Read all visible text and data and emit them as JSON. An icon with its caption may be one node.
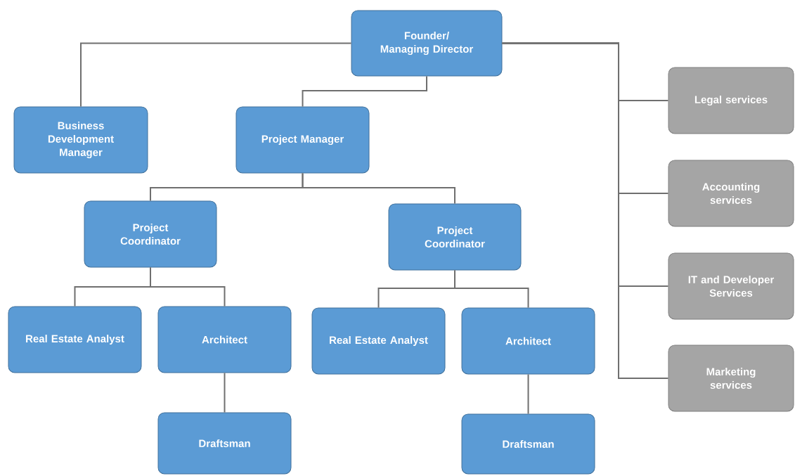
{
  "diagram": {
    "nodes": [
      {
        "text": [
          "Founder/ Managing Director"
        ]
      },
      {
        "text": [
          "Business Development Manager"
        ]
      },
      {
        "text": [
          "Project Manager"
        ]
      },
      {
        "text": [
          "Project Coordinator"
        ]
      },
      {
        "text": [
          "Project Coordinator"
        ]
      },
      {
        "text": [
          "Real Estate Analyst"
        ]
      },
      {
        "text": [
          "Architect"
        ]
      },
      {
        "text": [
          "Draftsman"
        ]
      },
      {
        "text": [
          "Real Estate Analyst"
        ]
      },
      {
        "text": [
          "Architect"
        ]
      },
      {
        "text": [
          "Draftsman"
        ]
      },
      {
        "text": [
          "Legal services"
        ]
      },
      {
        "text": [
          "Accounting services"
        ]
      },
      {
        "text": [
          "IT and Developer Services"
        ]
      },
      {
        "text": [
          "Marketing services"
        ]
      }
    ],
    "edges": [
      {
        "from": 0,
        "to": 1,
        "arrow": "none"
      },
      {
        "from": 0,
        "to": 2,
        "arrow": "none"
      },
      {
        "from": 2,
        "to": 3,
        "arrow": "none"
      },
      {
        "from": 2,
        "to": 4,
        "arrow": "none"
      },
      {
        "from": 3,
        "to": 5,
        "arrow": "none"
      },
      {
        "from": 3,
        "to": 6,
        "arrow": "none"
      },
      {
        "from": 6,
        "to": 7,
        "arrow": "none"
      },
      {
        "from": 4,
        "to": 8,
        "arrow": "none"
      },
      {
        "from": 4,
        "to": 9,
        "arrow": "none"
      },
      {
        "from": 9,
        "to": 10,
        "arrow": "none"
      },
      {
        "from": 0,
        "to": 11,
        "arrow": "none"
      },
      {
        "from": 0,
        "to": 12,
        "arrow": "none"
      },
      {
        "from": 0,
        "to": 13,
        "arrow": "none"
      },
      {
        "from": 0,
        "to": 14,
        "arrow": "none"
      }
    ]
  }
}
